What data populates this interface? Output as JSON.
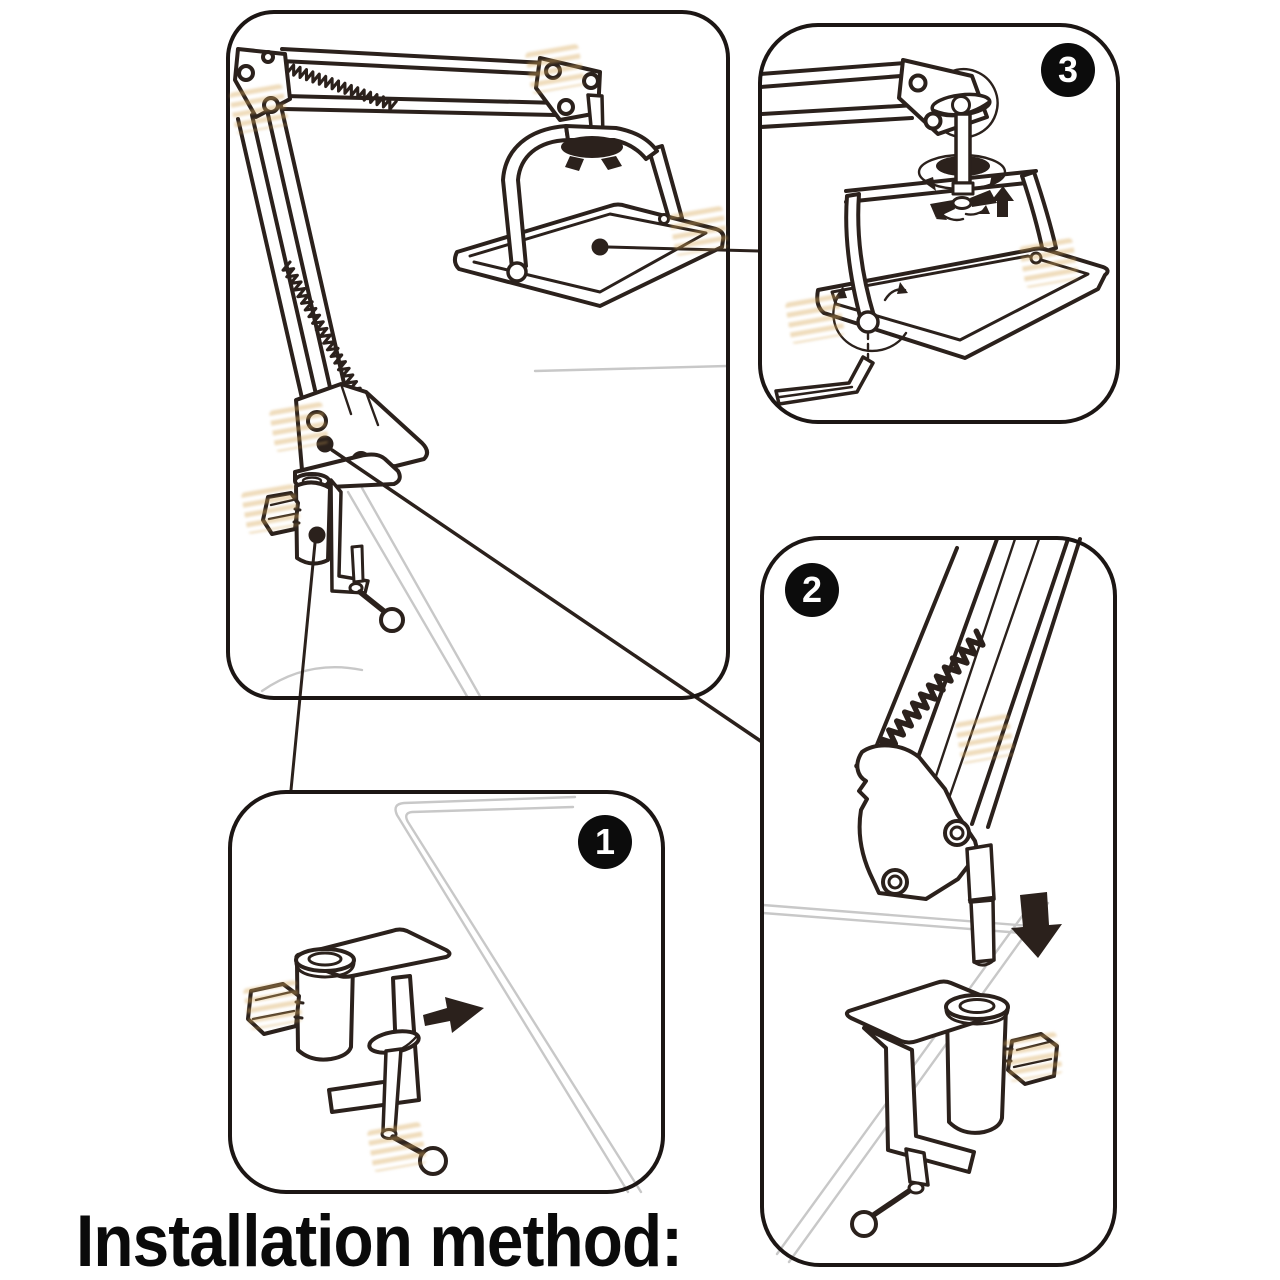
{
  "page": {
    "title": "Installation method:",
    "background": "#ffffff"
  },
  "colors": {
    "line": "#2b211c",
    "desk_line": "#c8c8c8",
    "badge_bg": "#0c0c0c",
    "badge_text": "#ffffff",
    "watermark": "#d8aa5c"
  },
  "overview": {
    "name": "assembled-arm-with-tray-overview",
    "callouts": [
      {
        "target": "tray-mount",
        "links_to_step": "3"
      },
      {
        "target": "arm-base",
        "links_to_step": "2"
      },
      {
        "target": "desk-clamp",
        "links_to_step": "1"
      }
    ]
  },
  "steps": [
    {
      "number": "1",
      "illustration": "clamp-onto-desk-edge",
      "icons": [
        "right-arrow-icon"
      ]
    },
    {
      "number": "2",
      "illustration": "insert-arm-post-into-clamp",
      "icons": [
        "down-arrow-icon"
      ]
    },
    {
      "number": "3",
      "illustration": "mount-tray-with-thumbscrew-and-hex-key",
      "icons": [
        "rotate-arrow-icon",
        "up-arrow-icon",
        "hex-key-icon"
      ]
    }
  ]
}
